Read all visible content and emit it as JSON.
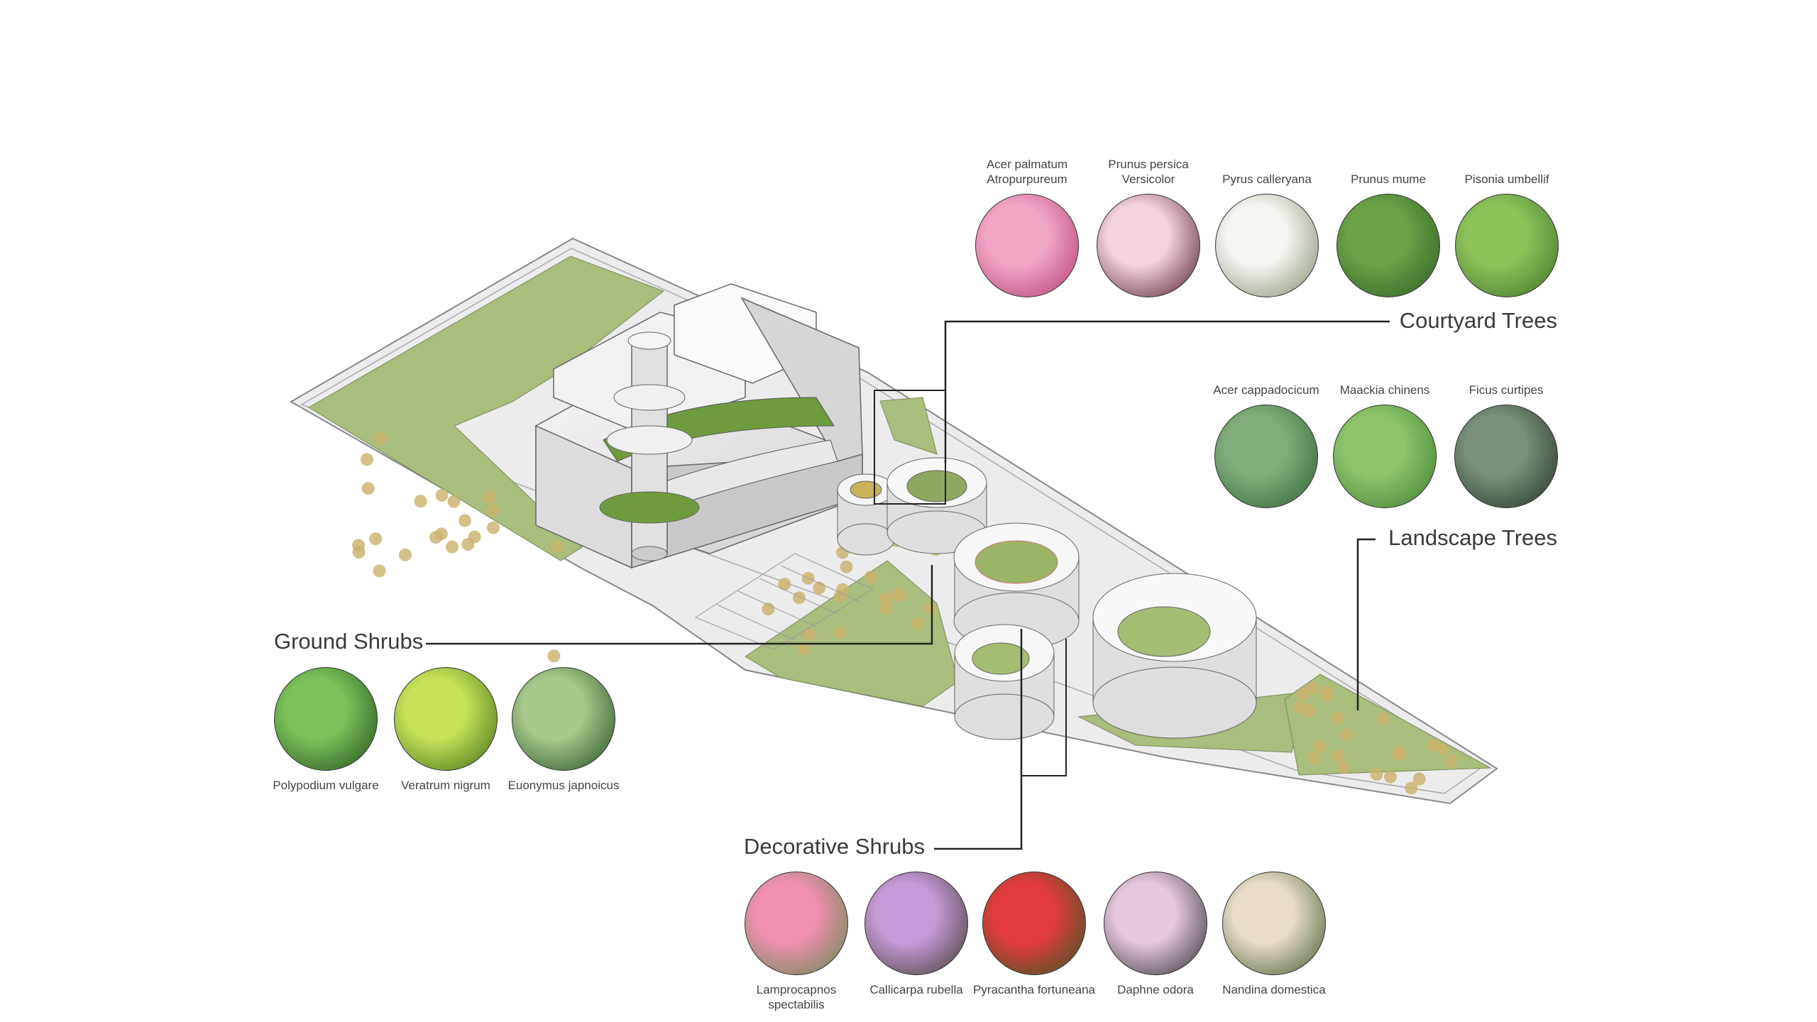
{
  "groups": {
    "courtyard": {
      "title": "Courtyard Trees",
      "plants": [
        {
          "name": "Acer palmatum Atropurpureum",
          "colors": [
            "#f2a6c6",
            "#b03a6e"
          ]
        },
        {
          "name": "Prunus persica Versicolor",
          "colors": [
            "#f3d3df",
            "#4a1a24"
          ]
        },
        {
          "name": "Pyrus calleryana",
          "colors": [
            "#f5f5f2",
            "#7d8a6a"
          ]
        },
        {
          "name": "Prunus mume",
          "colors": [
            "#6aa246",
            "#2d5a22"
          ]
        },
        {
          "name": "Pisonia umbellif",
          "colors": [
            "#8cc45a",
            "#3f6d26"
          ]
        }
      ]
    },
    "landscape": {
      "title": "Landscape Trees",
      "plants": [
        {
          "name": "Acer cappadocicum",
          "colors": [
            "#7fae7a",
            "#2f6038"
          ]
        },
        {
          "name": "Maackia chinens",
          "colors": [
            "#8cc56a",
            "#3c7a30"
          ]
        },
        {
          "name": "Ficus curtipes",
          "colors": [
            "#7a8f7a",
            "#1f2f24"
          ]
        }
      ]
    },
    "ground": {
      "title": "Ground Shrubs",
      "plants": [
        {
          "name": "Polypodium vulgare",
          "colors": [
            "#7cc25a",
            "#1f4a1a"
          ]
        },
        {
          "name": "Veratrum nigrum",
          "colors": [
            "#c7e25a",
            "#3b6a14"
          ]
        },
        {
          "name": "Euonymus japnoicus",
          "colors": [
            "#a8c98a",
            "#1f4a22"
          ]
        }
      ]
    },
    "decorative": {
      "title": "Decorative Shrubs",
      "plants": [
        {
          "name": "Lamprocapnos spectabilis",
          "colors": [
            "#f08fb0",
            "#5d8a4a"
          ]
        },
        {
          "name": "Callicarpa rubella",
          "colors": [
            "#c59ad8",
            "#3c3a2a"
          ]
        },
        {
          "name": "Pyracantha fortuneana",
          "colors": [
            "#e23a3a",
            "#2f5a26"
          ]
        },
        {
          "name": "Daphne odora",
          "colors": [
            "#e6c8dc",
            "#2a2a30"
          ]
        },
        {
          "name": "Nandina domestica",
          "colors": [
            "#e8dcc8",
            "#3e5a2e"
          ]
        }
      ]
    }
  },
  "colors": {
    "grass": "#a9bd7c",
    "site": "#ebebeb",
    "building": "#e2e2e2",
    "leader": "#222222"
  }
}
